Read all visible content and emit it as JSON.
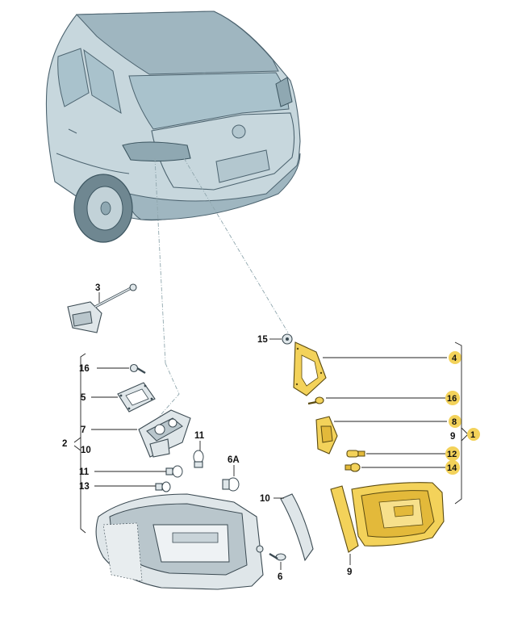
{
  "labels": {
    "n1": "1",
    "n2": "2",
    "n3": "3",
    "n4": "4",
    "n5": "5",
    "n6": "6",
    "n6a": "6A",
    "n7": "7",
    "n8": "8",
    "n9_upper": "9",
    "n9_lower": "9",
    "n10_group": "10",
    "n10_part": "10",
    "n11_upper": "11",
    "n11_lower": "11",
    "n12": "12",
    "n13": "13",
    "n14": "14",
    "n15": "15",
    "n16_left": "16",
    "n16_right": "16"
  },
  "highlight_color": "#f3d25a",
  "icons": [
    "car-rear-icon",
    "headlight-adjuster-icon",
    "gasket-icon",
    "bulb-holder-icon",
    "bulb-icon",
    "screw-icon",
    "tail-light-icon"
  ]
}
